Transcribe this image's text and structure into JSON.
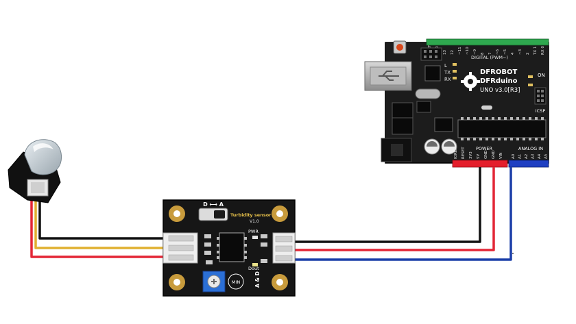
{
  "arduino": {
    "brand": "DFROBOT",
    "model": "DFRduino",
    "version": "UNO v3.0[R3]",
    "digital_header": "DIGITAL (PWM~)",
    "digital_pins": [
      "AREF",
      "GND",
      "13",
      "12",
      "~11",
      "~10",
      "~9",
      "8",
      "7",
      "~6",
      "~5",
      "4",
      "~3",
      "2",
      "TX 1",
      "RX 0"
    ],
    "led_l": "L",
    "led_tx": "TX",
    "led_rx": "RX",
    "on_label": "ON",
    "icsp_label": "ICSP",
    "power_header": "POWER",
    "power_pins": [
      "IOREF",
      "RESET",
      "3V3",
      "5V",
      "GND",
      "GND",
      "VIN"
    ],
    "analog_header": "ANALOG IN",
    "analog_pins": [
      "A0",
      "A1",
      "A2",
      "A3",
      "A4",
      "A5"
    ]
  },
  "board": {
    "switch_label": "D ⟷ A",
    "title": "Turbidity sensor",
    "version": "V1.0",
    "pwr_label": "PWR",
    "dout_label": "Dout",
    "min_label": "MIN",
    "ad_label": "A & D"
  },
  "wire_colors": {
    "black": "#111111",
    "red": "#e32636",
    "yellow": "#e0b030",
    "blue": "#1a3ea8"
  }
}
